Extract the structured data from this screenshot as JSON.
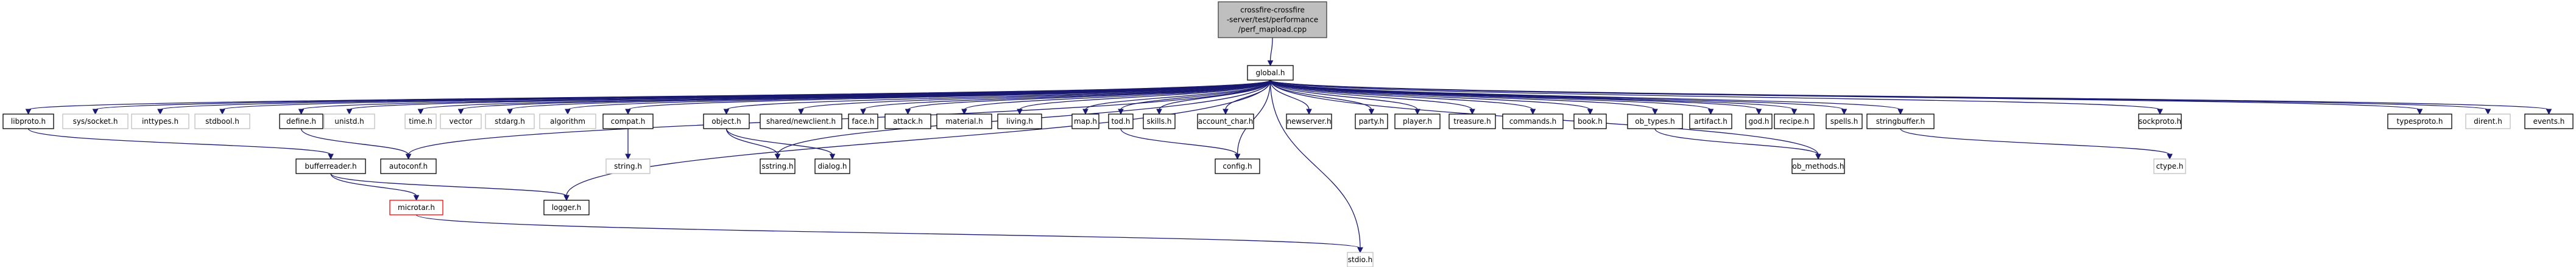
{
  "title": "Include dependency graph for perf_mapload.cpp",
  "colors": {
    "edge": "#191970",
    "root_fill": "#bfbfbf",
    "root_stroke": "#404040",
    "documented_stroke": "#000000",
    "external_stroke": "#bfbfbf",
    "missing_stroke": "#ff0000"
  },
  "nodes": [
    {
      "id": "root",
      "label": "crossfire-crossfire\n-server/test/performance\n/perf_mapload.cpp",
      "kind": "root"
    },
    {
      "id": "global",
      "label": "global.h",
      "kind": "doc"
    },
    {
      "id": "libproto",
      "label": "libproto.h",
      "kind": "doc"
    },
    {
      "id": "syssocket",
      "label": "sys/socket.h",
      "kind": "ext"
    },
    {
      "id": "inttypes",
      "label": "inttypes.h",
      "kind": "ext"
    },
    {
      "id": "stdbool",
      "label": "stdbool.h",
      "kind": "ext"
    },
    {
      "id": "define",
      "label": "define.h",
      "kind": "doc"
    },
    {
      "id": "unistd",
      "label": "unistd.h",
      "kind": "ext"
    },
    {
      "id": "time",
      "label": "time.h",
      "kind": "ext"
    },
    {
      "id": "vector",
      "label": "vector",
      "kind": "ext"
    },
    {
      "id": "stdarg",
      "label": "stdarg.h",
      "kind": "ext"
    },
    {
      "id": "algorithm",
      "label": "algorithm",
      "kind": "ext"
    },
    {
      "id": "compat",
      "label": "compat.h",
      "kind": "doc"
    },
    {
      "id": "object",
      "label": "object.h",
      "kind": "doc"
    },
    {
      "id": "newclient",
      "label": "shared/newclient.h",
      "kind": "doc"
    },
    {
      "id": "face",
      "label": "face.h",
      "kind": "doc"
    },
    {
      "id": "attack",
      "label": "attack.h",
      "kind": "doc"
    },
    {
      "id": "material",
      "label": "material.h",
      "kind": "doc"
    },
    {
      "id": "living",
      "label": "living.h",
      "kind": "doc"
    },
    {
      "id": "map",
      "label": "map.h",
      "kind": "doc"
    },
    {
      "id": "tod",
      "label": "tod.h",
      "kind": "doc"
    },
    {
      "id": "skills",
      "label": "skills.h",
      "kind": "doc"
    },
    {
      "id": "account_char",
      "label": "account_char.h",
      "kind": "doc"
    },
    {
      "id": "newserver",
      "label": "newserver.h",
      "kind": "doc"
    },
    {
      "id": "party",
      "label": "party.h",
      "kind": "doc"
    },
    {
      "id": "player",
      "label": "player.h",
      "kind": "doc"
    },
    {
      "id": "treasure",
      "label": "treasure.h",
      "kind": "doc"
    },
    {
      "id": "commands",
      "label": "commands.h",
      "kind": "doc"
    },
    {
      "id": "book",
      "label": "book.h",
      "kind": "doc"
    },
    {
      "id": "ob_types",
      "label": "ob_types.h",
      "kind": "doc"
    },
    {
      "id": "artifact",
      "label": "artifact.h",
      "kind": "doc"
    },
    {
      "id": "god",
      "label": "god.h",
      "kind": "doc"
    },
    {
      "id": "recipe",
      "label": "recipe.h",
      "kind": "doc"
    },
    {
      "id": "spells",
      "label": "spells.h",
      "kind": "doc"
    },
    {
      "id": "stringbuffer",
      "label": "stringbuffer.h",
      "kind": "doc"
    },
    {
      "id": "sockproto",
      "label": "sockproto.h",
      "kind": "doc"
    },
    {
      "id": "typesproto",
      "label": "typesproto.h",
      "kind": "doc"
    },
    {
      "id": "dirent",
      "label": "dirent.h",
      "kind": "ext"
    },
    {
      "id": "events",
      "label": "events.h",
      "kind": "doc"
    },
    {
      "id": "bufferreader",
      "label": "bufferreader.h",
      "kind": "doc"
    },
    {
      "id": "autoconf",
      "label": "autoconf.h",
      "kind": "doc"
    },
    {
      "id": "string",
      "label": "string.h",
      "kind": "ext"
    },
    {
      "id": "sstring",
      "label": "sstring.h",
      "kind": "doc"
    },
    {
      "id": "dialog",
      "label": "dialog.h",
      "kind": "doc"
    },
    {
      "id": "config",
      "label": "config.h",
      "kind": "doc"
    },
    {
      "id": "ob_methods",
      "label": "ob_methods.h",
      "kind": "doc"
    },
    {
      "id": "ctype",
      "label": "ctype.h",
      "kind": "ext"
    },
    {
      "id": "microtar",
      "label": "microtar.h",
      "kind": "missing"
    },
    {
      "id": "logger",
      "label": "logger.h",
      "kind": "doc"
    },
    {
      "id": "stdio",
      "label": "stdio.h",
      "kind": "ext"
    }
  ],
  "edges": [
    [
      "root",
      "global"
    ],
    [
      "global",
      "libproto"
    ],
    [
      "global",
      "syssocket"
    ],
    [
      "global",
      "inttypes"
    ],
    [
      "global",
      "stdbool"
    ],
    [
      "global",
      "define"
    ],
    [
      "global",
      "unistd"
    ],
    [
      "global",
      "autoconf"
    ],
    [
      "global",
      "time"
    ],
    [
      "global",
      "vector"
    ],
    [
      "global",
      "stdarg"
    ],
    [
      "global",
      "algorithm"
    ],
    [
      "global",
      "compat"
    ],
    [
      "global",
      "logger"
    ],
    [
      "global",
      "sstring"
    ],
    [
      "global",
      "object"
    ],
    [
      "global",
      "newclient"
    ],
    [
      "global",
      "face"
    ],
    [
      "global",
      "attack"
    ],
    [
      "global",
      "material"
    ],
    [
      "global",
      "living"
    ],
    [
      "global",
      "config"
    ],
    [
      "global",
      "map"
    ],
    [
      "global",
      "tod"
    ],
    [
      "global",
      "skills"
    ],
    [
      "global",
      "account_char"
    ],
    [
      "global",
      "newserver"
    ],
    [
      "global",
      "party"
    ],
    [
      "global",
      "player"
    ],
    [
      "global",
      "treasure"
    ],
    [
      "global",
      "commands"
    ],
    [
      "global",
      "book"
    ],
    [
      "global",
      "ob_methods"
    ],
    [
      "global",
      "ob_types"
    ],
    [
      "global",
      "artifact"
    ],
    [
      "global",
      "god"
    ],
    [
      "global",
      "recipe"
    ],
    [
      "global",
      "spells"
    ],
    [
      "global",
      "stringbuffer"
    ],
    [
      "global",
      "stdio"
    ],
    [
      "global",
      "sockproto"
    ],
    [
      "global",
      "typesproto"
    ],
    [
      "global",
      "dirent"
    ],
    [
      "global",
      "events"
    ],
    [
      "libproto",
      "bufferreader"
    ],
    [
      "define",
      "autoconf"
    ],
    [
      "bufferreader",
      "microtar"
    ],
    [
      "bufferreader",
      "logger"
    ],
    [
      "microtar",
      "stdio"
    ],
    [
      "compat",
      "string"
    ],
    [
      "object",
      "sstring"
    ],
    [
      "object",
      "dialog"
    ],
    [
      "tod",
      "config"
    ],
    [
      "ob_types",
      "ob_methods"
    ],
    [
      "stringbuffer",
      "ctype"
    ]
  ]
}
